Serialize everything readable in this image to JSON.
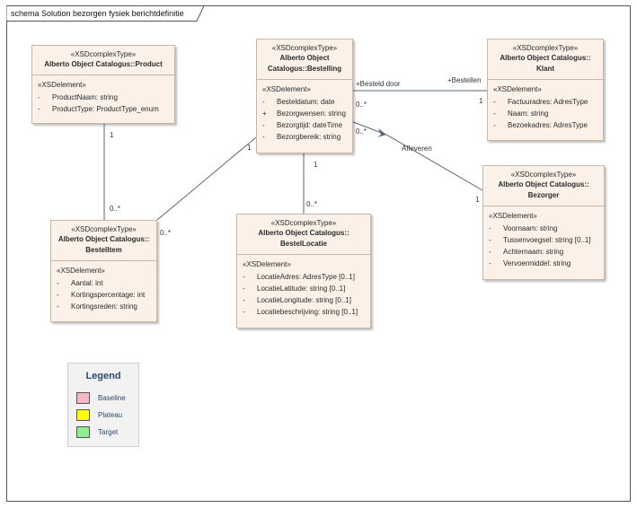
{
  "diagram": {
    "title": "schema Solution bezorgen fysiek berichtdefinitie"
  },
  "classes": {
    "product": {
      "stereotype": "«XSDcomplexType»",
      "name": "Alberto Object Catalogus::Product",
      "section": "«XSDelement»",
      "attributes": [
        {
          "vis": "-",
          "text": "ProductNaam: string"
        },
        {
          "vis": "-",
          "text": "ProductType: ProductType_enum"
        }
      ]
    },
    "bestelling": {
      "stereotype": "«XSDcomplexType»",
      "name_line1": "Alberto Object",
      "name_line2": "Catalogus::Bestelling",
      "section": "«XSDelement»",
      "attributes": [
        {
          "vis": "-",
          "text": "Besteldatum: date"
        },
        {
          "vis": "+",
          "text": "Bezorgwensen: string"
        },
        {
          "vis": "-",
          "text": "Bezorgtijd: dateTime"
        },
        {
          "vis": "-",
          "text": "Bezorgbereik: string"
        }
      ]
    },
    "klant": {
      "stereotype": "«XSDcomplexType»",
      "name_line1": "Alberto Object Catalogus::",
      "name_line2": "Klant",
      "section": "«XSDelement»",
      "attributes": [
        {
          "vis": "-",
          "text": "Factuuradres: AdresType"
        },
        {
          "vis": "-",
          "text": "Naam: string"
        },
        {
          "vis": "-",
          "text": "Bezoekadres: AdresType"
        }
      ]
    },
    "bestelitem": {
      "stereotype": "«XSDcomplexType»",
      "name_line1": "Alberto Object Catalogus::",
      "name_line2": "BestelItem",
      "section": "«XSDelement»",
      "attributes": [
        {
          "vis": "-",
          "text": "Aantal: int"
        },
        {
          "vis": "-",
          "text": "Kortingspercentage: int"
        },
        {
          "vis": "-",
          "text": "Kortingsreden: string"
        }
      ]
    },
    "bestellocatie": {
      "stereotype": "«XSDcomplexType»",
      "name_line1": "Alberto Object Catalogus::",
      "name_line2": "BestelLocatie",
      "section": "«XSDelement»",
      "attributes": [
        {
          "vis": "-",
          "text": "LocatieAdres: AdresType [0..1]"
        },
        {
          "vis": "-",
          "text": "LocatieLatitude: string [0..1]"
        },
        {
          "vis": "-",
          "text": "LocatieLongitude: string [0..1]"
        },
        {
          "vis": "-",
          "text": "Locatiebeschrijving: string [0..1]"
        }
      ]
    },
    "bezorger": {
      "stereotype": "«XSDcomplexType»",
      "name_line1": "Alberto Object Catalogus::",
      "name_line2": "Bezorger",
      "section": "«XSDelement»",
      "attributes": [
        {
          "vis": "-",
          "text": "Voornaam: string"
        },
        {
          "vis": "-",
          "text": "Tussenvoegsel: string [0..1]"
        },
        {
          "vis": "-",
          "text": "Achternaam: string"
        },
        {
          "vis": "-",
          "text": "Vervoermiddel: string"
        }
      ]
    }
  },
  "associations": {
    "besteld_door": "+Besteld door",
    "bestellen": "+Bestellen",
    "afleveren": "Afleveren",
    "mult_bestelling_klant": "0..*",
    "mult_klant": "1",
    "mult_bestelling_bezorger": "0..*",
    "mult_bezorger": "1",
    "mult_product": "1",
    "mult_bestelitem_product": "0..*",
    "mult_bestelitem_bestelling": "0..*",
    "mult_bestelling_bestelitem": "1",
    "mult_bestelling_locatie": "1",
    "mult_locatie": "0..*"
  },
  "legend": {
    "title": "Legend",
    "items": [
      {
        "label": "Baseline",
        "color": "#f7b7c2"
      },
      {
        "label": "Plateau",
        "color": "#ffff00"
      },
      {
        "label": "Target",
        "color": "#90ee90"
      }
    ]
  }
}
